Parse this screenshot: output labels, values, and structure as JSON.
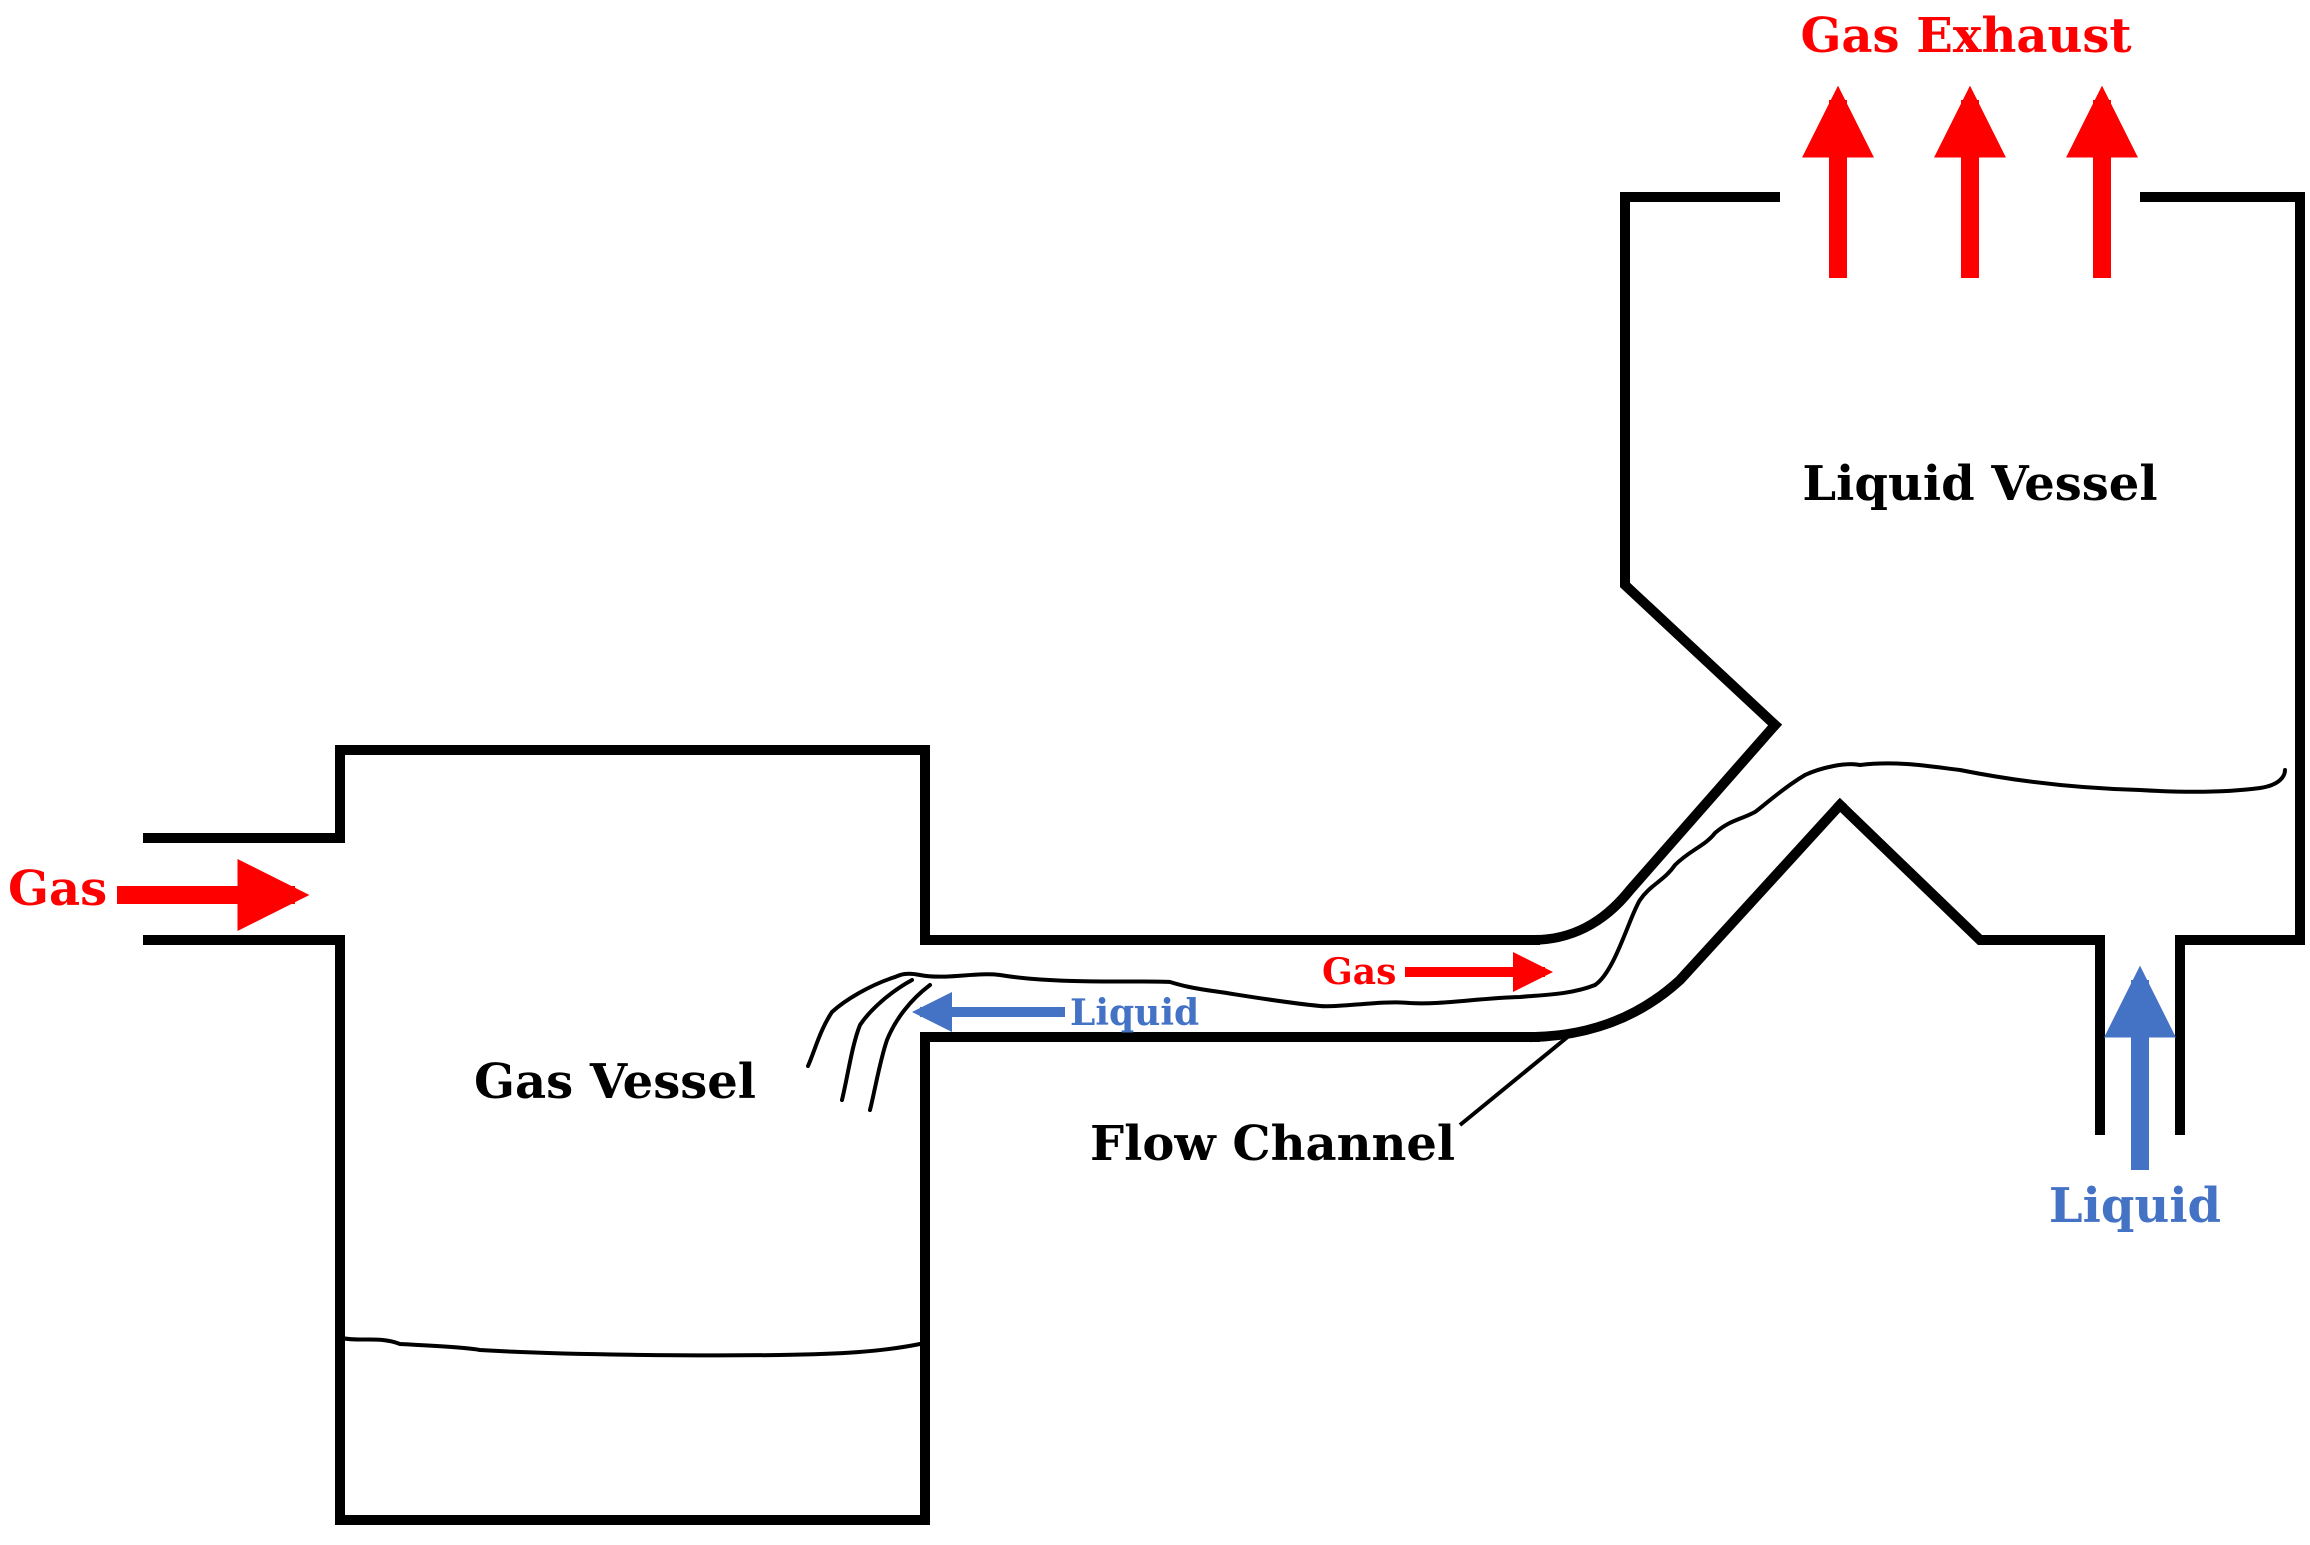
{
  "labels": {
    "gas_exhaust": "Gas Exhaust",
    "gas_in": "Gas",
    "liquid_vessel": "Liquid Vessel",
    "gas_vessel": "Gas Vessel",
    "channel_gas": "Gas",
    "channel_liquid": "Liquid",
    "flow_channel": "Flow Channel",
    "liquid_in": "Liquid"
  },
  "colors": {
    "gas": "#ff0000",
    "liquid": "#4472c4",
    "outline": "#000000",
    "background": "#ffffff"
  }
}
